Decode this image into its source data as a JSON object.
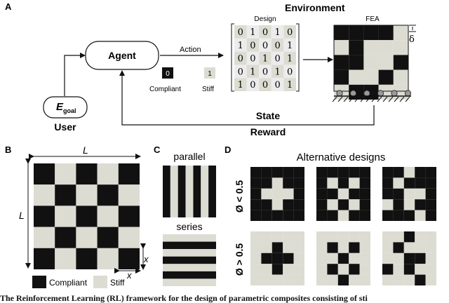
{
  "panel_a": {
    "letter": "A",
    "environment_title": "Environment",
    "agent_label": "Agent",
    "action_label": "Action",
    "design_label": "Design",
    "fea_label": "FEA",
    "delta_symbol": "δ",
    "goal_symbol": "E",
    "goal_subscript": "goal",
    "user_label": "User",
    "state_label": "State",
    "reward_label": "Reward",
    "legend": [
      {
        "value": "0",
        "label": "Compliant"
      },
      {
        "value": "1",
        "label": "Stiff"
      }
    ],
    "design_matrix": [
      [
        0,
        1,
        0,
        1,
        0
      ],
      [
        1,
        0,
        0,
        0,
        1
      ],
      [
        0,
        0,
        1,
        0,
        1
      ],
      [
        0,
        1,
        0,
        1,
        0
      ],
      [
        1,
        0,
        0,
        0,
        1
      ]
    ],
    "fea_grid": [
      [
        1,
        1,
        1,
        1,
        0
      ],
      [
        0,
        1,
        0,
        0,
        0
      ],
      [
        1,
        1,
        0,
        0,
        1
      ],
      [
        1,
        0,
        0,
        1,
        0
      ],
      [
        0,
        1,
        1,
        0,
        0
      ]
    ]
  },
  "panel_b": {
    "letter": "B",
    "l_label": "L",
    "x_label": "x",
    "legend": [
      {
        "label": "Compliant",
        "color": "#111111"
      },
      {
        "label": "Stiff",
        "color": "#dcdcd3"
      }
    ],
    "grid": [
      [
        1,
        0,
        1,
        0,
        1
      ],
      [
        0,
        1,
        0,
        1,
        0
      ],
      [
        1,
        0,
        1,
        0,
        1
      ],
      [
        0,
        1,
        0,
        1,
        0
      ],
      [
        1,
        0,
        1,
        0,
        1
      ]
    ]
  },
  "panel_c": {
    "letter": "C",
    "parallel_label": "parallel",
    "series_label": "series"
  },
  "panel_d": {
    "letter": "D",
    "title": "Alternative designs",
    "row_labels": [
      "Ø < 0.5",
      "Ø > 0.5"
    ],
    "designs": [
      [
        [
          [
            1,
            1,
            1,
            1,
            1
          ],
          [
            1,
            1,
            0,
            1,
            1
          ],
          [
            1,
            0,
            0,
            0,
            1
          ],
          [
            1,
            1,
            0,
            1,
            1
          ],
          [
            1,
            1,
            1,
            1,
            1
          ]
        ],
        [
          [
            1,
            1,
            1,
            1,
            1
          ],
          [
            1,
            0,
            1,
            0,
            1
          ],
          [
            1,
            1,
            0,
            1,
            1
          ],
          [
            1,
            0,
            1,
            0,
            1
          ],
          [
            1,
            1,
            0,
            1,
            1
          ]
        ],
        [
          [
            1,
            1,
            0,
            1,
            1
          ],
          [
            1,
            0,
            1,
            1,
            1
          ],
          [
            1,
            1,
            0,
            0,
            1
          ],
          [
            0,
            1,
            0,
            1,
            1
          ],
          [
            1,
            1,
            1,
            0,
            1
          ]
        ]
      ],
      [
        [
          [
            0,
            0,
            0,
            0,
            0
          ],
          [
            0,
            0,
            1,
            0,
            0
          ],
          [
            0,
            1,
            1,
            1,
            0
          ],
          [
            0,
            0,
            1,
            0,
            0
          ],
          [
            0,
            0,
            0,
            0,
            0
          ]
        ],
        [
          [
            0,
            0,
            0,
            0,
            0
          ],
          [
            0,
            1,
            0,
            1,
            0
          ],
          [
            0,
            0,
            1,
            0,
            0
          ],
          [
            0,
            1,
            0,
            1,
            0
          ],
          [
            0,
            0,
            1,
            0,
            0
          ]
        ],
        [
          [
            0,
            0,
            1,
            0,
            0
          ],
          [
            0,
            1,
            0,
            0,
            0
          ],
          [
            0,
            0,
            1,
            1,
            0
          ],
          [
            1,
            0,
            1,
            0,
            0
          ],
          [
            0,
            0,
            0,
            1,
            0
          ]
        ]
      ]
    ]
  },
  "colors": {
    "dark": "#111111",
    "light": "#dcdcd3",
    "matrix_cell": "#dcdcd3",
    "matrix_cell_alt": "#ececec"
  },
  "caption": "The Reinforcement Learning (RL) framework for the design of parametric composites consisting of sti"
}
